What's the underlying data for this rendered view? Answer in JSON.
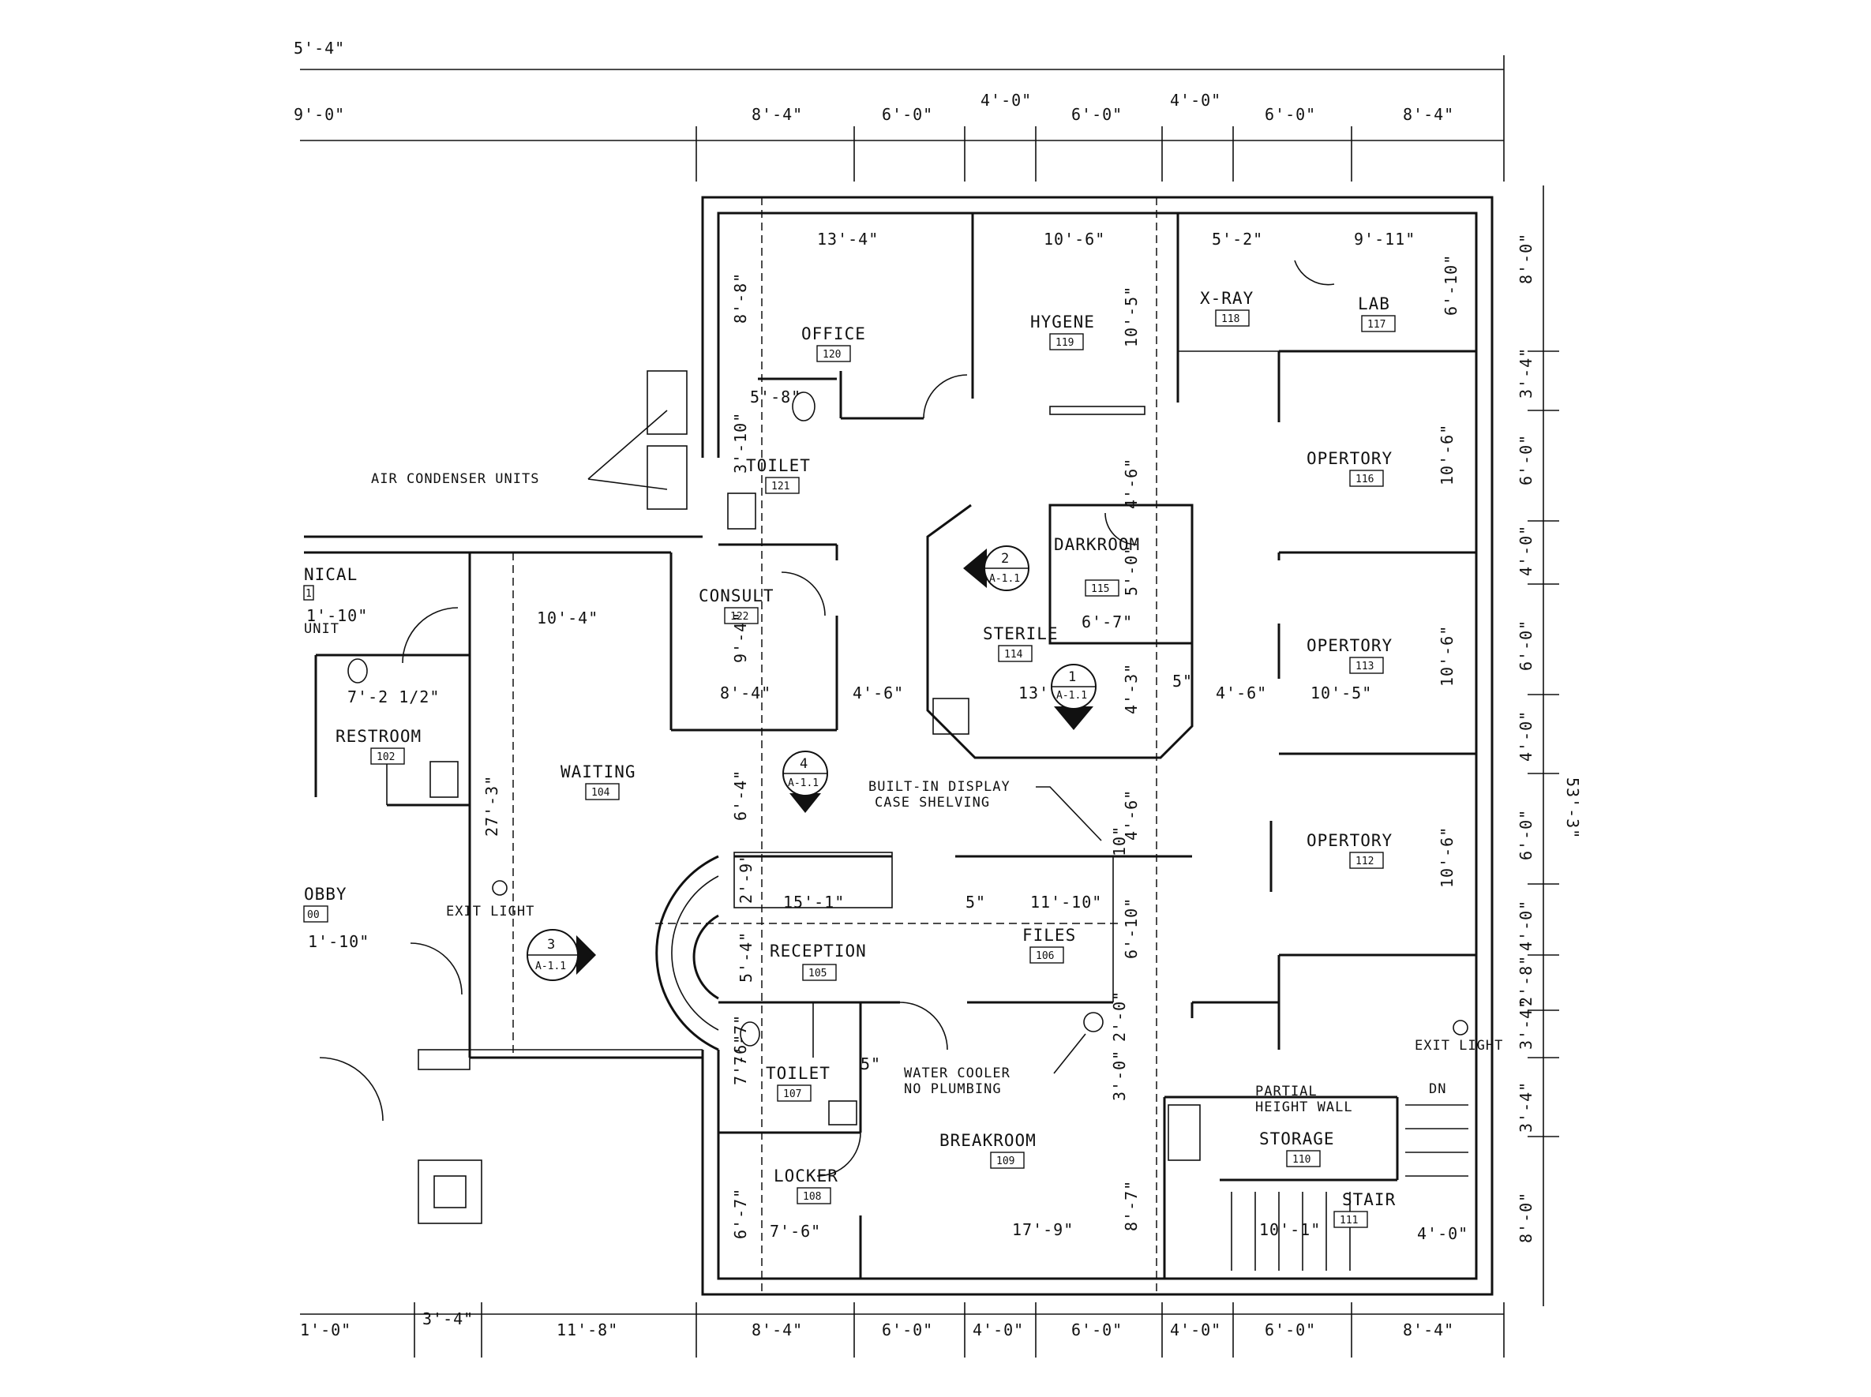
{
  "top_partial_dims": {
    "d1": "5'-4\"",
    "d2": "9'-0\""
  },
  "top_dims": [
    "8'-4\"",
    "6'-0\"",
    "4'-0\"",
    "6'-0\"",
    "4'-0\"",
    "6'-0\"",
    "8'-4\""
  ],
  "bottom_dims": [
    "1'-0\"",
    "3'-4\"",
    "11'-8\"",
    "8'-4\"",
    "6'-0\"",
    "4'-0\"",
    "6'-0\"",
    "4'-0\"",
    "6'-0\"",
    "8'-4\""
  ],
  "right_dims": [
    "8'-0\"",
    "3'-4\"",
    "6'-0\"",
    "4'-0\"",
    "6'-0\"",
    "4'-0\"",
    "6'-0\"",
    "4'-0\"",
    "2'-8\"",
    "3'-4\"",
    "3'-4\"",
    "8'-0\""
  ],
  "overall_right": "53'-3\"",
  "rooms": {
    "office": {
      "name": "OFFICE",
      "num": "120",
      "dims": [
        "13'-4\"",
        "8'-8\""
      ]
    },
    "hygiene": {
      "name": "HYGENE",
      "num": "119",
      "dims": [
        "10'-6\"",
        "10'-5\""
      ]
    },
    "xray": {
      "name": "X-RAY",
      "num": "118",
      "dims": [
        "5'-2\""
      ]
    },
    "lab": {
      "name": "LAB",
      "num": "117",
      "dims": [
        "9'-11\"",
        "6'-10\""
      ]
    },
    "toilet121": {
      "name": "TOILET",
      "num": "121",
      "dims": [
        "5'-8\""
      ]
    },
    "opertory116": {
      "name": "OPERTORY",
      "num": "116",
      "dims": [
        "10'-6\""
      ]
    },
    "darkroom": {
      "name": "DARKROOM",
      "num": "115",
      "dims": [
        "6'-7\""
      ]
    },
    "consult": {
      "name": "CONSULT",
      "num": "122",
      "dims": [
        "9'-4\"",
        "8'-4\""
      ]
    },
    "sterile": {
      "name": "STERILE",
      "num": "114",
      "dims": [
        "13'-3\"",
        "4'-3\""
      ]
    },
    "opertory113": {
      "name": "OPERTORY",
      "num": "113",
      "dims": [
        "10'-6\"",
        "10'-5\""
      ]
    },
    "mechanical": {
      "name": "NICAL",
      "num": "1",
      "dims": [
        "1'-10\""
      ]
    },
    "restroom": {
      "name": "RESTROOM",
      "num": "102",
      "dims": [
        "7'-2 1/2\""
      ]
    },
    "waiting": {
      "name": "WAITING",
      "num": "104",
      "dims": [
        "10'-4\"",
        "27'-3\""
      ]
    },
    "opertory112": {
      "name": "OPERTORY",
      "num": "112",
      "dims": [
        "10'-6\""
      ]
    },
    "lobby": {
      "name": "OBBY",
      "num": "00",
      "dims": [
        "1'-10\""
      ]
    },
    "reception": {
      "name": "RECEPTION",
      "num": "105",
      "dims": [
        "15'-1\"",
        "2'-9\"",
        "5'-4\""
      ]
    },
    "files": {
      "name": "FILES",
      "num": "106",
      "dims": [
        "11'-10\"",
        "6'-10\""
      ]
    },
    "toilet107": {
      "name": "TOILET",
      "num": "107",
      "dims": [
        "7'-6\""
      ]
    },
    "breakroom": {
      "name": "BREAKROOM",
      "num": "109",
      "dims": [
        "17'-9\"",
        "8'-7\""
      ]
    },
    "locker": {
      "name": "LOCKER",
      "num": "108",
      "dims": [
        "7'-6\"",
        "6'-7\""
      ]
    },
    "storage": {
      "name": "STORAGE",
      "num": "110",
      "dims": [
        "10'-1\""
      ]
    },
    "stair": {
      "name": "STAIR",
      "num": "111",
      "dims": [
        "4'-0\""
      ]
    }
  },
  "interior_dims": {
    "d_4_6_a": "4'-6\"",
    "d_4_6_b": "4'-6\"",
    "d_4_6_c": "4'-6\"",
    "d_4_6_d": "4'-6\"",
    "d_6_4": "6'-4\"",
    "d_10": "10\"",
    "d_5_a": "5\"",
    "d_5_b": "5\"",
    "d_5_c": "5\"",
    "d_3_0": "3'-0\"",
    "d_2_0": "2'-0\"",
    "d_7_7": "7'-7\"",
    "d_3_10": "3'-10\"",
    "d_5_0": "5'-0\""
  },
  "annotations": {
    "air_condenser": "AIR CONDENSER UNITS",
    "builtin": "BUILT-IN DISPLAY",
    "case_shelving": "CASE SHELVING",
    "exit_light_left": "EXIT LIGHT",
    "exit_light_right": "EXIT LIGHT",
    "water_cooler_1": "WATER COOLER",
    "water_cooler_2": "NO PLUMBING",
    "partial_wall_1": "PARTIAL",
    "partial_wall_2": "HEIGHT WALL",
    "dn": "DN",
    "unit": "UNIT"
  },
  "section_markers": [
    {
      "num": "1",
      "sheet": "A-1.1"
    },
    {
      "num": "2",
      "sheet": "A-1.1"
    },
    {
      "num": "3",
      "sheet": "A-1.1"
    },
    {
      "num": "4",
      "sheet": "A-1.1"
    }
  ]
}
